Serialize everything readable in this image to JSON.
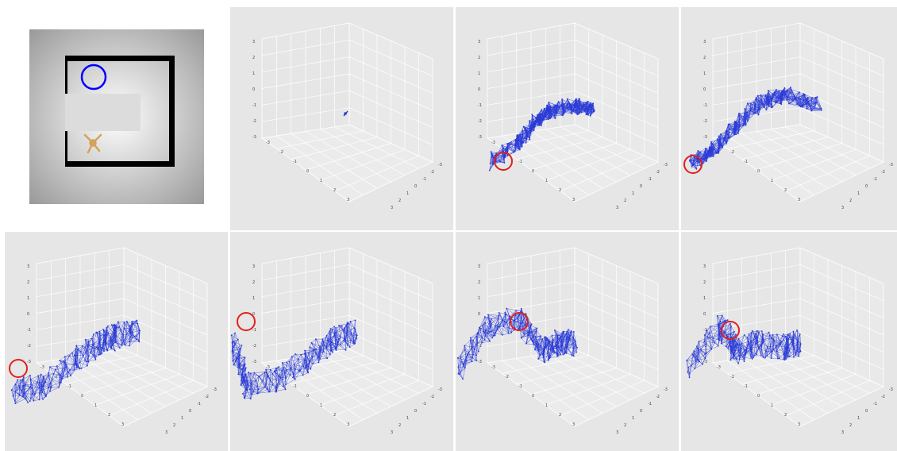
{
  "colors": {
    "panel_bg": "#e6e6e6",
    "grid": "#ffffff",
    "mesh": "#2a3bd6",
    "highlight": "#e0201a",
    "maze_wall": "#000000",
    "goal": "#0000ff",
    "agent": "#d4a35a"
  },
  "maze": {
    "goal_marker": "blue-circle",
    "agent_marker": "ant-robot"
  },
  "axes": {
    "z_ticks": [
      "3",
      "2",
      "1",
      "0",
      "-1",
      "-2",
      "-3"
    ],
    "x_ticks": [
      "-3",
      "-2",
      "-1",
      "0",
      "1",
      "2",
      "3"
    ],
    "y_ticks": [
      "-3",
      "-2",
      "-1",
      "0",
      "1",
      "2",
      "3"
    ]
  },
  "panels": [
    {
      "name": "graph-stage-1",
      "highlight": false,
      "stage": 1
    },
    {
      "name": "graph-stage-2",
      "highlight": true,
      "stage": 2
    },
    {
      "name": "graph-stage-3",
      "highlight": true,
      "stage": 3
    },
    {
      "name": "graph-stage-4",
      "highlight": true,
      "stage": 4
    },
    {
      "name": "graph-stage-5",
      "highlight": true,
      "stage": 5
    },
    {
      "name": "graph-stage-6",
      "highlight": true,
      "stage": 6
    },
    {
      "name": "graph-stage-7",
      "highlight": true,
      "stage": 7
    }
  ]
}
